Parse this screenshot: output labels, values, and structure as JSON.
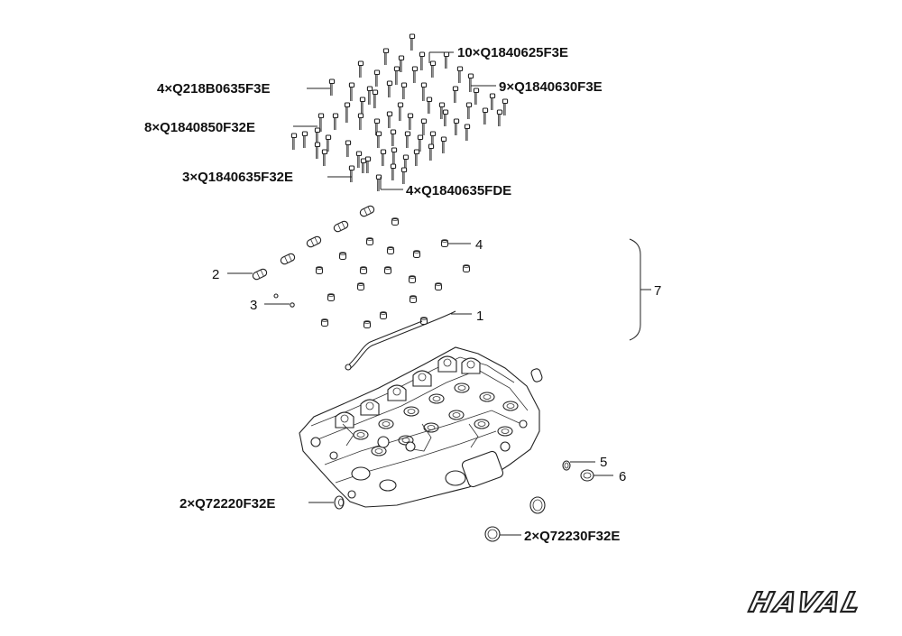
{
  "callouts": {
    "c1": "10×Q1840625F3E",
    "c2": "4×Q218B0635F3E",
    "c3": "9×Q1840630F3E",
    "c4": "8×Q1840850F32E",
    "c5": "3×Q1840635F32E",
    "c6": "4×Q1840635FDE",
    "c7": "4",
    "c8": "2",
    "c9": "3",
    "c10": "1",
    "c11": "7",
    "c12": "5",
    "c13": "6",
    "c14": "2×Q72220F32E",
    "c15": "2×Q72230F32E"
  },
  "brand": {
    "logo_text": "HAVAL"
  }
}
